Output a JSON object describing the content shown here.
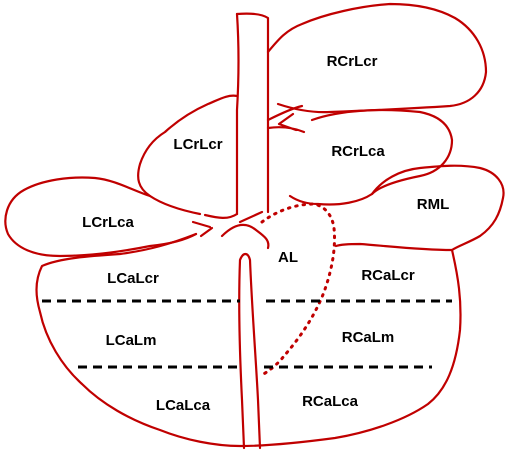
{
  "diagram": {
    "outline_color": "#c00000",
    "divider_color": "#000000",
    "labels": {
      "rcrlcr": "RCrLcr",
      "lcrlcr": "LCrLcr",
      "rcrlca": "RCrLca",
      "rml": "RML",
      "lcrlca": "LCrLca",
      "al": "AL",
      "lcalcr": "LCaLcr",
      "rcalcr": "RCaLcr",
      "lcalm": "LCaLm",
      "rcalm": "RCaLm",
      "lcalca": "LCaLca",
      "rcalca": "RCaLca"
    }
  }
}
